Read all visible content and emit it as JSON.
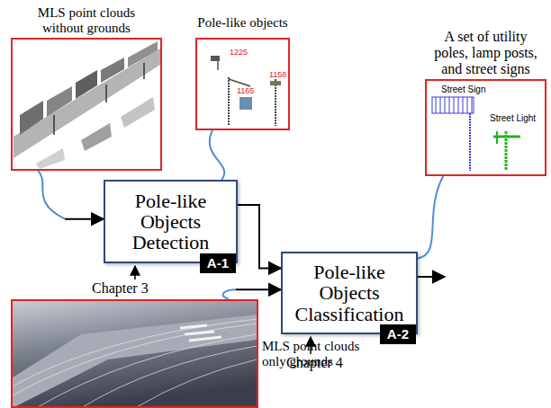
{
  "diagram": {
    "nodes": [
      {
        "text": [
          "MLS point clouds without grounds"
        ]
      },
      {
        "text": [
          "Pole-like objects",
          "1225",
          "1165",
          "1158"
        ]
      },
      {
        "text": [
          "A set of utility poles, lamp posts, and street signs",
          "Street Sign",
          "Street Light"
        ]
      },
      {
        "text": [
          "Pole-like Objects Detection",
          "A-1"
        ]
      },
      {
        "text": [
          "Pole-like Objects Classification",
          "A-2"
        ]
      },
      {
        "text": [
          "MLS point clouds only grounds"
        ]
      }
    ],
    "edges": [
      {
        "from": 0,
        "to": 3,
        "arrow": "to"
      },
      {
        "from": 3,
        "to": 1,
        "arrow": "none"
      },
      {
        "from": 3,
        "to": 4,
        "arrow": "to"
      },
      {
        "from": 5,
        "to": 4,
        "arrow": "to"
      },
      {
        "from": 4,
        "to": 2,
        "arrow": "none"
      }
    ],
    "labels": [
      "Chapter 3",
      "Chapter 4"
    ]
  }
}
